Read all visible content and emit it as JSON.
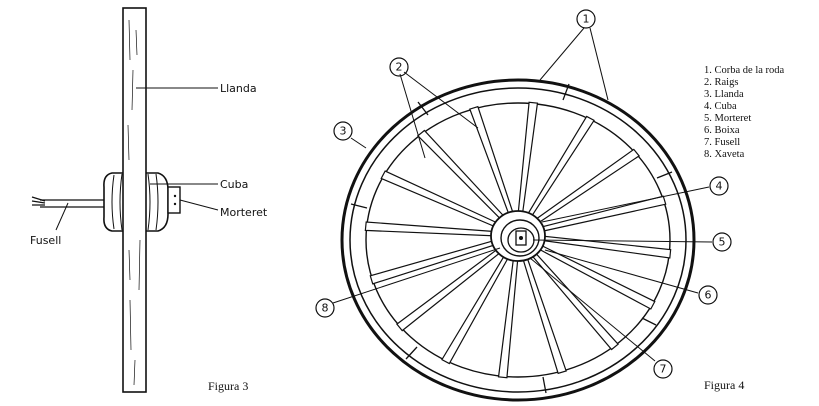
{
  "figure3": {
    "caption": "Figura 3",
    "labels": {
      "llanda": "Llanda",
      "cuba": "Cuba",
      "morteret": "Morteret",
      "fusell": "Fusell"
    }
  },
  "figure4": {
    "caption": "Figura 4",
    "callouts": [
      "1",
      "2",
      "3",
      "4",
      "5",
      "6",
      "7",
      "8"
    ],
    "legend": [
      "1. Corba de la roda",
      "2. Raigs",
      "3. Llanda",
      "4. Cuba",
      "5. Morteret",
      "6. Boixa",
      "7. Fusell",
      "8. Xaveta"
    ]
  }
}
